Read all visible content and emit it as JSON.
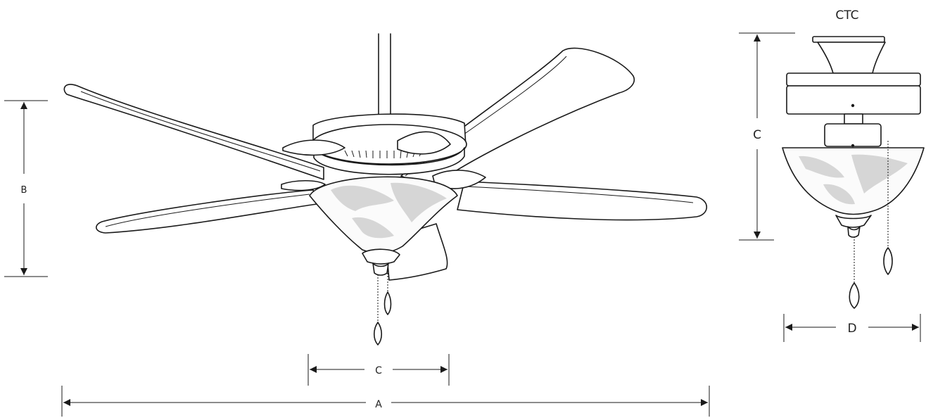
{
  "title": "CTC",
  "dimension_labels": {
    "overall_width": "A",
    "height_left": "B",
    "light_kit_width": "C",
    "height_right": "C",
    "canopy_width": "D"
  },
  "colors": {
    "line": "#1a1a1a",
    "glass_pattern": "#d6d6d6",
    "background": "#ffffff"
  }
}
